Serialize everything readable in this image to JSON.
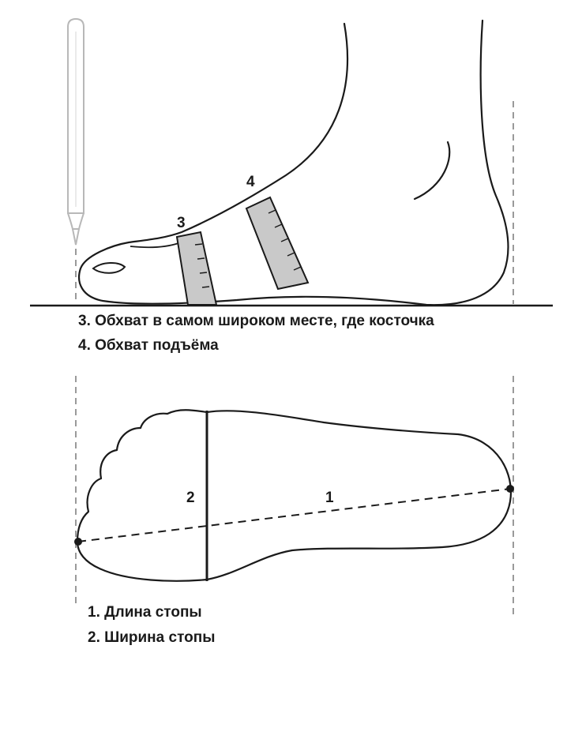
{
  "side_view": {
    "markers": {
      "ball_girth": "3",
      "instep_girth": "4"
    },
    "captions": {
      "ball_girth": "3. Обхват в самом широком месте, где косточка",
      "instep_girth": "4. Обхват подъёма"
    }
  },
  "top_view": {
    "markers": {
      "length": "1",
      "width": "2"
    },
    "captions": {
      "length": "1. Длина стопы",
      "width": "2. Ширина стопы"
    }
  },
  "colors": {
    "outline": "#1a1a1a",
    "tape_fill": "#c9c9c9",
    "guide_dash": "#9a9a9a",
    "pencil": "#b8b8b8"
  }
}
